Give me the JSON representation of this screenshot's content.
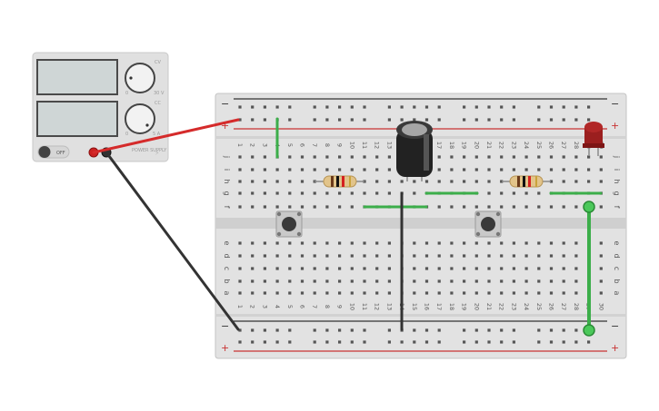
{
  "power_supply": {
    "switch_label": "OFF",
    "voltage_knob": {
      "top": "CV",
      "min": "0",
      "max": "30 V"
    },
    "current_knob": {
      "top": "CC",
      "min": "0",
      "max": "5 A"
    },
    "brand": "POWER SUPPLY"
  },
  "breadboard": {
    "columns": [
      "1",
      "2",
      "3",
      "4",
      "5",
      "6",
      "7",
      "8",
      "9",
      "10",
      "11",
      "12",
      "13",
      "14",
      "15",
      "16",
      "17",
      "18",
      "19",
      "20",
      "21",
      "22",
      "23",
      "24",
      "25",
      "26",
      "27",
      "28",
      "29",
      "30"
    ],
    "top_rows": [
      "j",
      "i",
      "h",
      "g",
      "f"
    ],
    "bottom_rows": [
      "e",
      "d",
      "c",
      "b",
      "a"
    ],
    "rail_signs": {
      "negative": "−",
      "positive": "+"
    }
  },
  "colors": {
    "board": "#e2e2e2",
    "hole": "#555555",
    "red_wire": "#d52b2b",
    "black_wire": "#333333",
    "green_wire": "#3cae4a",
    "lcd": "#cfd6d6",
    "led": "#9b1f1f"
  }
}
